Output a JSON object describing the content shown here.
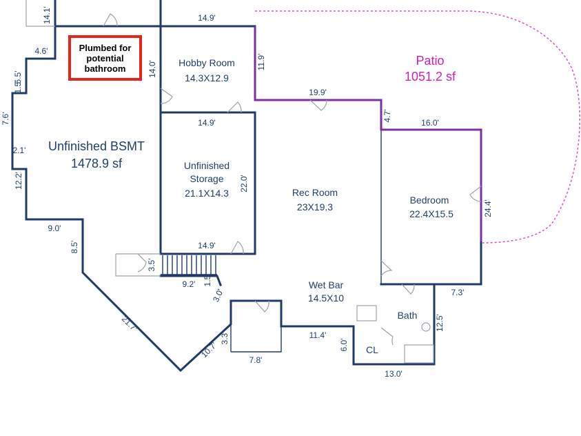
{
  "note": {
    "text": "Plumbed for potential bathroom"
  },
  "rooms": {
    "unfinished_bsmt": {
      "name": "Unfinished BSMT",
      "area": "1478.9 sf"
    },
    "hobby_room": {
      "name": "Hobby Room",
      "size": "14.3X12.9"
    },
    "unfinished_storage": {
      "name1": "Unfinished",
      "name2": "Storage",
      "size": "21.1X14.3"
    },
    "rec_room": {
      "name": "Rec Room",
      "size": "23X19.3"
    },
    "bedroom": {
      "name": "Bedroom",
      "size": "22.4X15.5"
    },
    "wet_bar": {
      "name": "Wet Bar",
      "size": "14.5X10"
    },
    "bath": {
      "name": "Bath"
    },
    "closet": {
      "name": "CL"
    },
    "patio": {
      "name": "Patio",
      "area": "1051.2 sf"
    }
  },
  "dimensions": {
    "d14_1": "14.1'",
    "d14_9_top": "14.9'",
    "d4_6": "4.6'",
    "d14_0": "14.0'",
    "d11_9": "11.9'",
    "d5_5": "5.5'",
    "d1_5": "1.5'",
    "d19_9": "19.9'",
    "d7_6": "7.6'",
    "d14_9_mid": "14.9'",
    "d4_7": "4.7'",
    "d16_0": "16.0'",
    "d2_1": "2.1'",
    "d12_2": "12.2'",
    "d22_0": "22.0'",
    "d24_4": "24.4'",
    "d9_0": "9.0'",
    "d8_5": "8.5'",
    "d14_9_low": "14.9'",
    "d3_5": "3.5'",
    "d9_2": "9.2'",
    "d1_5b": "1.5'",
    "d3_0": "3.0'",
    "d7_3": "7.3'",
    "d21_7": "21.7'",
    "d11_4": "11.4'",
    "d12_5": "12.5'",
    "d10_7": "10.7'",
    "d3_3": "3.3'",
    "d6_0": "6.0'",
    "d7_8": "7.8'",
    "d13_0": "13.0'"
  },
  "colors": {
    "wall": "#1e3a6b",
    "text": "#1f3f6b",
    "patio_text": "#d21fb4",
    "patio_outline": "#e24bc8",
    "note_border": "#e8231a"
  }
}
